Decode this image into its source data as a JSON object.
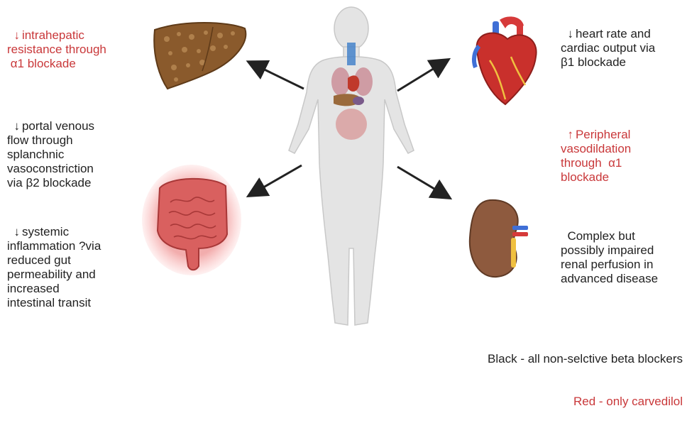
{
  "colors": {
    "red": "#c9383a",
    "black": "#222222"
  },
  "icons": {
    "body": "human-body-silhouette",
    "liver": "liver-illustration",
    "heart": "heart-illustration",
    "intestine": "intestine-illustration",
    "kidney": "kidney-illustration",
    "down_arrow": "down-arrow-icon",
    "up_arrow": "up-arrow-icon"
  },
  "effects": {
    "liver": {
      "arrow": "↓",
      "lines": [
        "intrahepatic",
        "resistance through",
        " α1 blockade"
      ],
      "color": "red"
    },
    "portal": {
      "arrow": "↓",
      "lines": [
        "portal venous",
        "flow through",
        "splanchnic",
        "vasoconstriction",
        "via β2 blockade"
      ],
      "color": "black"
    },
    "inflammation": {
      "arrow": "↓",
      "lines": [
        "systemic",
        "inflammation ?via",
        "reduced gut",
        "permeability and",
        "increased",
        "intestinal transit"
      ],
      "color": "black"
    },
    "heart": {
      "arrow": "↓",
      "lines": [
        "heart rate and",
        "cardiac output via",
        "β1 blockade"
      ],
      "color": "black"
    },
    "peripheral": {
      "arrow": "↑",
      "lines": [
        "Peripheral",
        "vasodildation",
        "through  α1",
        "blockade"
      ],
      "color": "red"
    },
    "renal": {
      "lines": [
        "Complex but",
        "possibly impaired",
        "renal perfusion in",
        "advanced disease"
      ],
      "color": "black"
    }
  },
  "legend": {
    "black": "Black - all non-selctive beta blockers",
    "red": "Red - only carvedilol"
  }
}
